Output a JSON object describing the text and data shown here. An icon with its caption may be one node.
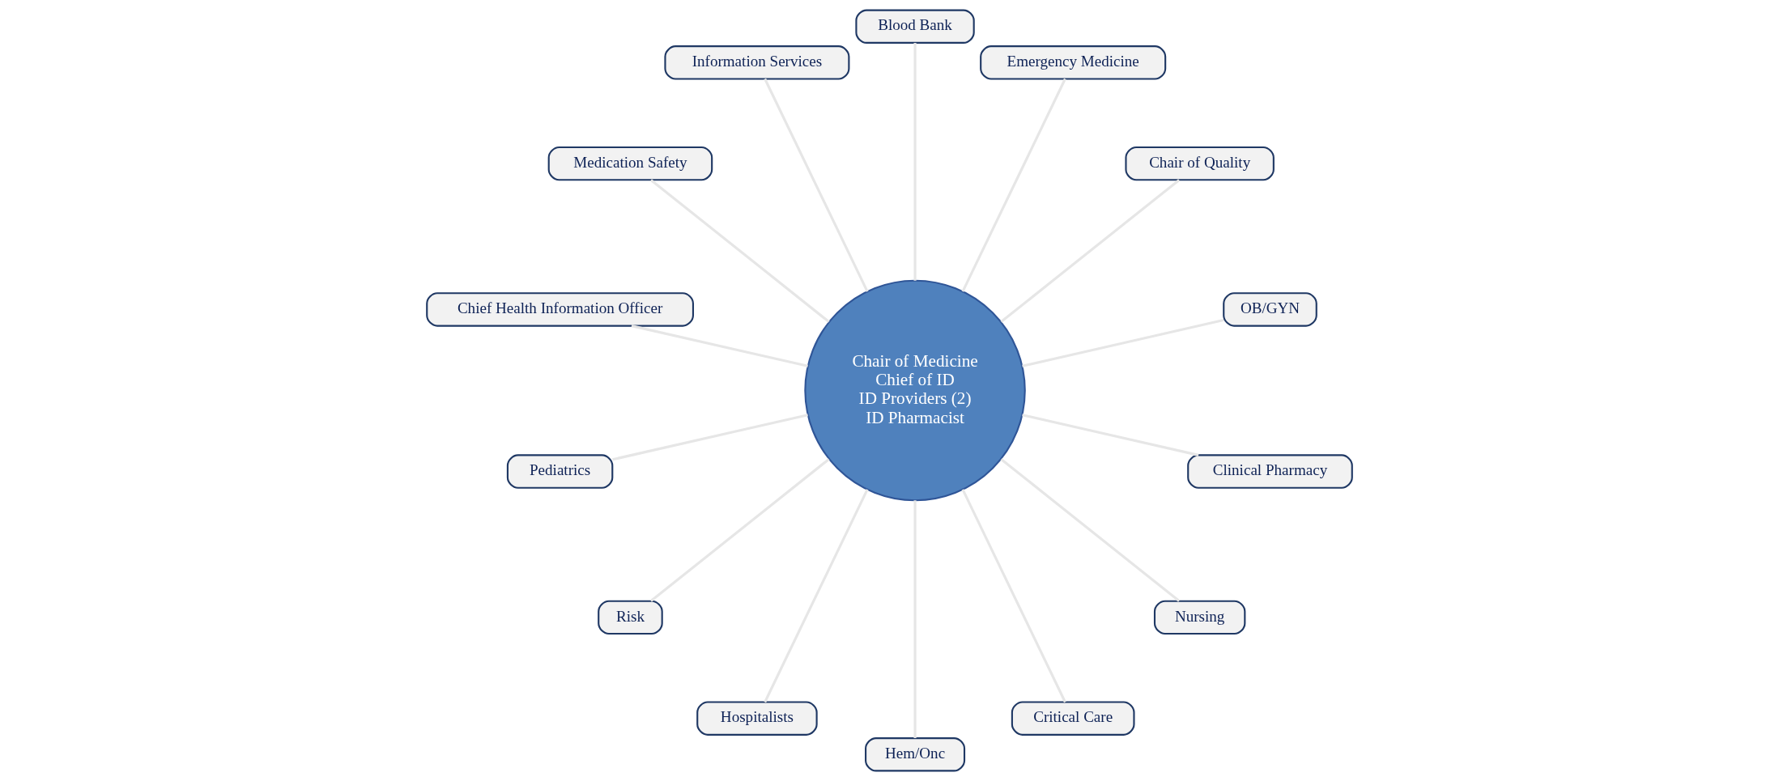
{
  "diagram": {
    "nodes": [
      {
        "text": [
          "Chair of Medicine",
          "Chief of ID",
          "ID Providers (2)",
          "ID Pharmacist"
        ]
      },
      {
        "text": [
          "OB/GYN"
        ]
      },
      {
        "text": [
          "Chair of Quality"
        ]
      },
      {
        "text": [
          "Emergency Medicine"
        ]
      },
      {
        "text": [
          "Blood Bank"
        ]
      },
      {
        "text": [
          "Information Services"
        ]
      },
      {
        "text": [
          "Medication Safety"
        ]
      },
      {
        "text": [
          "Chief Health Information Officer"
        ]
      },
      {
        "text": [
          "Pediatrics"
        ]
      },
      {
        "text": [
          "Risk"
        ]
      },
      {
        "text": [
          "Hospitalists"
        ]
      },
      {
        "text": [
          "Hem/Onc"
        ]
      },
      {
        "text": [
          "Critical Care"
        ]
      },
      {
        "text": [
          "Nursing"
        ]
      },
      {
        "text": [
          "Clinical Pharmacy"
        ]
      }
    ],
    "edges": [
      {
        "from": 0,
        "to": 1,
        "arrow": "none"
      },
      {
        "from": 0,
        "to": 2,
        "arrow": "none"
      },
      {
        "from": 0,
        "to": 3,
        "arrow": "none"
      },
      {
        "from": 0,
        "to": 4,
        "arrow": "none"
      },
      {
        "from": 0,
        "to": 5,
        "arrow": "none"
      },
      {
        "from": 0,
        "to": 6,
        "arrow": "none"
      },
      {
        "from": 0,
        "to": 7,
        "arrow": "none"
      },
      {
        "from": 0,
        "to": 8,
        "arrow": "none"
      },
      {
        "from": 0,
        "to": 9,
        "arrow": "none"
      },
      {
        "from": 0,
        "to": 10,
        "arrow": "none"
      },
      {
        "from": 0,
        "to": 11,
        "arrow": "none"
      },
      {
        "from": 0,
        "to": 12,
        "arrow": "none"
      },
      {
        "from": 0,
        "to": 13,
        "arrow": "none"
      },
      {
        "from": 0,
        "to": 14,
        "arrow": "none"
      }
    ]
  }
}
